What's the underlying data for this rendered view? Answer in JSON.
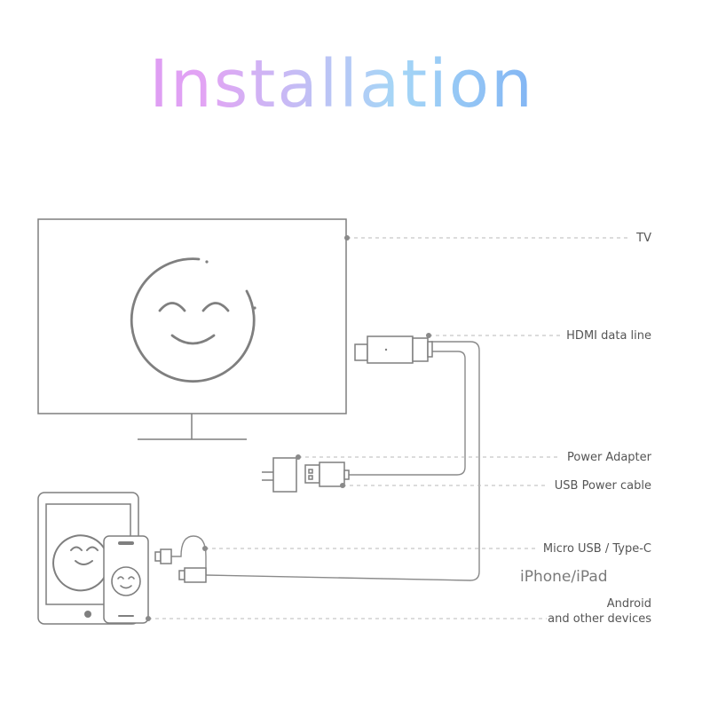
{
  "title": "Installation",
  "labels": {
    "tv": "TV",
    "hdmi": "HDMI data line",
    "power_adapter": "Power Adapter",
    "usb_power_cable": "USB Power cable",
    "micro_usb": "Micro USB / Type-C",
    "iphone_ipad": "iPhone/iPad",
    "android_line1": "Android",
    "android_line2": "and other devices"
  },
  "colors": {
    "line": "#7f7f7f",
    "leader": "#b8b8b8",
    "text": "#555555"
  }
}
